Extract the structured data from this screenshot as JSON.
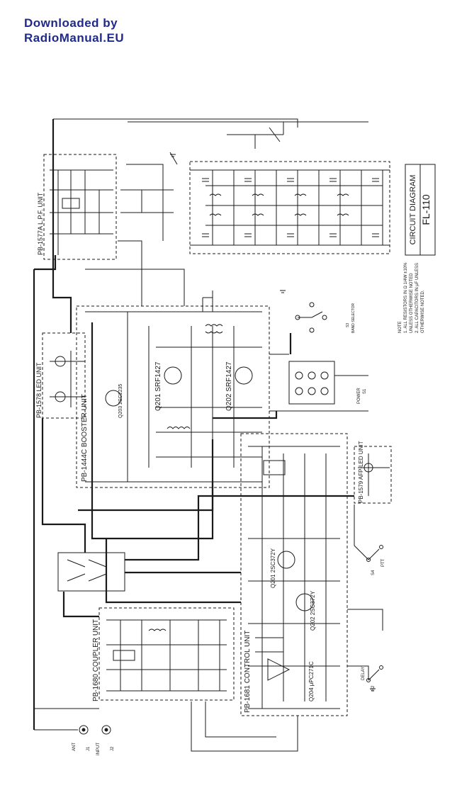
{
  "watermark": {
    "line1": "Downloaded  by",
    "line2": "RadioManual.EU"
  },
  "title_block": {
    "model": "FL-110",
    "title": "CIRCUIT DIAGRAM"
  },
  "notes": {
    "heading": "NOTE",
    "line1": "1. ALL RESISTORS IN Ω 1/4W ±10%",
    "line2": "UNLESS OTHERWISE NOTED",
    "line3": "2. ALL CAPACITORS IN μF UNLESS",
    "line4": "OTHERWISE NOTED."
  },
  "units": {
    "lpf": "PB-1577A L.P.F. UNIT",
    "led": "PB-1578 LED UNIT",
    "booster": "PB-1444C BOOSTER UNIT",
    "coupler": "PB-1680 COUPLER UNIT",
    "control": "PB-1681 CONTROL UNIT",
    "afp": "PB-1579 AFP-LED UNIT"
  },
  "transistors": {
    "q201": "Q201 SRF1427",
    "q202": "Q202 SRF1427",
    "q203": "Q203 2SC2235",
    "q301": "Q201 2SC372Y",
    "q302": "Q202 2SC372Y",
    "q304": "Q204 μPC271C"
  },
  "labels": {
    "band_selector": "BAND SELECTOR",
    "s3": "S3",
    "power": "POWER",
    "s1": "S1",
    "ptt": "PTT",
    "s4": "S4",
    "delay": "DELAY",
    "s2": "S2",
    "ant": "ANT",
    "j1": "J1",
    "input": "INPUT",
    "j2": "J2"
  },
  "colors": {
    "ink": "#1a1a1a",
    "watermark": "#1f2a8a"
  }
}
